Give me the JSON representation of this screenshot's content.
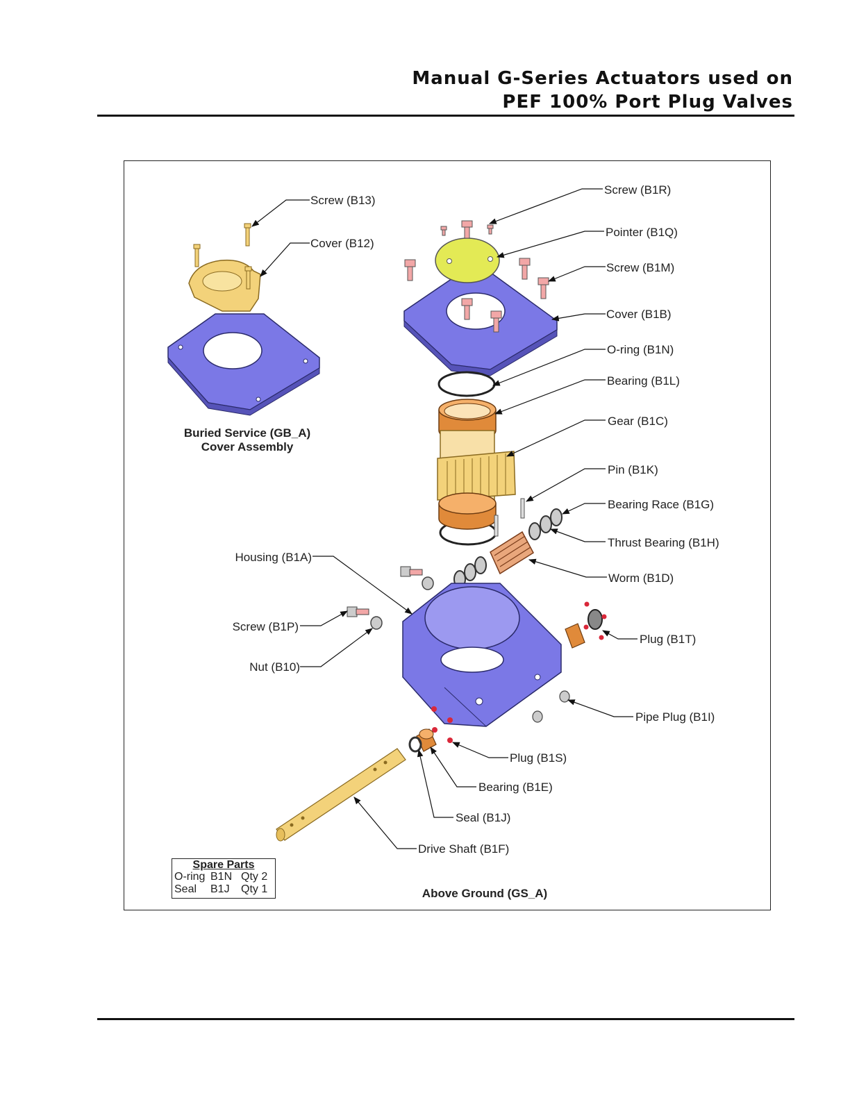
{
  "header": {
    "title_line1": "Manual G-Series Actuators used on",
    "title_line2": "PEF 100% Port Plug Valves"
  },
  "diagram": {
    "buried_caption_line1": "Buried Service (GB_A)",
    "buried_caption_line2": "Cover Assembly",
    "above_caption": "Above Ground (GS_A)",
    "labels": {
      "screw_b13": "Screw (B13)",
      "cover_b12": "Cover (B12)",
      "screw_b1r": "Screw (B1R)",
      "pointer_b1q": "Pointer (B1Q)",
      "screw_b1m": "Screw (B1M)",
      "cover_b1b": "Cover (B1B)",
      "oring_b1n": "O-ring (B1N)",
      "bearing_b1l": "Bearing (B1L)",
      "gear_b1c": "Gear (B1C)",
      "pin_b1k": "Pin (B1K)",
      "bearing_race_b1g": "Bearing Race (B1G)",
      "thrust_bearing_b1h": "Thrust Bearing (B1H)",
      "worm_b1d": "Worm (B1D)",
      "housing_b1a": "Housing (B1A)",
      "screw_b1p": "Screw (B1P)",
      "nut_b10": "Nut (B10)",
      "plug_b1t": "Plug (B1T)",
      "pipe_plug_b1i": "Pipe Plug (B1I)",
      "plug_b1s": "Plug (B1S)",
      "bearing_b1e": "Bearing (B1E)",
      "seal_b1j": "Seal (B1J)",
      "drive_shaft_b1f": "Drive Shaft (B1F)"
    }
  },
  "spare_parts": {
    "title": "Spare Parts",
    "rows": [
      {
        "name": "O-ring",
        "code": "B1N",
        "qty": "Qty 2"
      },
      {
        "name": "Seal",
        "code": "B1J",
        "qty": "Qty 1"
      }
    ]
  },
  "colors": {
    "housing": "#7b78e6",
    "brass": "#f3d27a",
    "pointer": "#e3ea55",
    "copper": "#e08a3a",
    "pink": "#f2a7a7",
    "red": "#d9283a"
  }
}
